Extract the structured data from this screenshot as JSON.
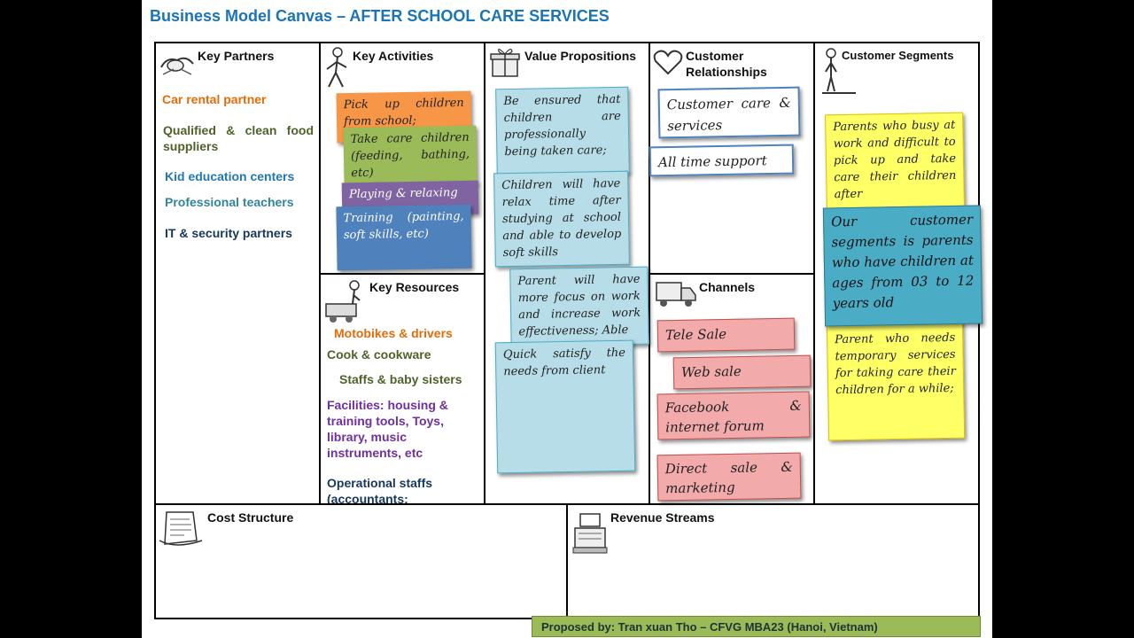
{
  "title": "Business Model Canvas – AFTER SCHOOL CARE SERVICES",
  "sections": {
    "key_partners": {
      "title": "Key Partners",
      "items": [
        {
          "text": "Car rental partner",
          "color": "#e46c0a"
        },
        {
          "text": "Qualified & clean food suppliers",
          "color": "#4f6228"
        },
        {
          "text": "Kid education centers",
          "color": "#1f77b4"
        },
        {
          "text": "Professional teachers",
          "color": "#31859c"
        },
        {
          "text": "IT & security partners",
          "color": "#17375e"
        }
      ]
    },
    "key_activities": {
      "title": "Key Activities",
      "notes": [
        {
          "text": "Pick up children from school;",
          "color": "#f79646"
        },
        {
          "text": "Take care children (feeding, bathing, etc)",
          "color": "#9bbb59"
        },
        {
          "text": "Playing & relaxing",
          "color": "#8064a2"
        },
        {
          "text": "Training (painting, soft skills, etc)",
          "color": "#4f81bd"
        }
      ]
    },
    "key_resources": {
      "title": "Key Resources",
      "items": [
        {
          "text": "Motobikes & drivers",
          "color": "#e46c0a"
        },
        {
          "text": "Cook & cookware",
          "color": "#4f6228"
        },
        {
          "text": "Staffs & baby sisters",
          "color": "#4f6228"
        },
        {
          "text": "Facilities: housing & training tools, Toys, library, music instruments, etc",
          "color": "#7030a0"
        },
        {
          "text": "Operational staffs (accountants;",
          "color": "#17375e"
        }
      ]
    },
    "value_propositions": {
      "title": "Value Propositions",
      "notes": [
        {
          "text": "Be ensured that children are professionally being taken care;"
        },
        {
          "text": "Children will have relax time after studying at school and able to develop soft skills"
        },
        {
          "text": "Parent will have more focus on work and increase work effectiveness; Able"
        },
        {
          "text": "Quick satisfy the needs from client"
        }
      ]
    },
    "customer_relationships": {
      "title": "Customer Relationships",
      "notes": [
        {
          "text": "Customer care & services"
        },
        {
          "text": "All time support"
        }
      ]
    },
    "channels": {
      "title": "Channels",
      "notes": [
        {
          "text": "Tele Sale"
        },
        {
          "text": "Web sale"
        },
        {
          "text": "Facebook & internet forum"
        },
        {
          "text": "Direct sale & marketing"
        }
      ]
    },
    "customer_segments": {
      "title": "Customer Segments",
      "notes": [
        {
          "text": "Parents who busy at work and difficult to pick up and take care their children after"
        },
        {
          "text": "Parent who needs temporary services for taking care their children for a while;"
        },
        {
          "text": "Our customer segments is parents who have children at ages from 03 to 12 years old"
        }
      ]
    },
    "cost_structure": {
      "title": "Cost Structure"
    },
    "revenue_streams": {
      "title": "Revenue Streams"
    }
  },
  "footer": "Proposed by:  Tran xuan Tho – CFVG MBA23 (Hanoi, Vietnam)"
}
